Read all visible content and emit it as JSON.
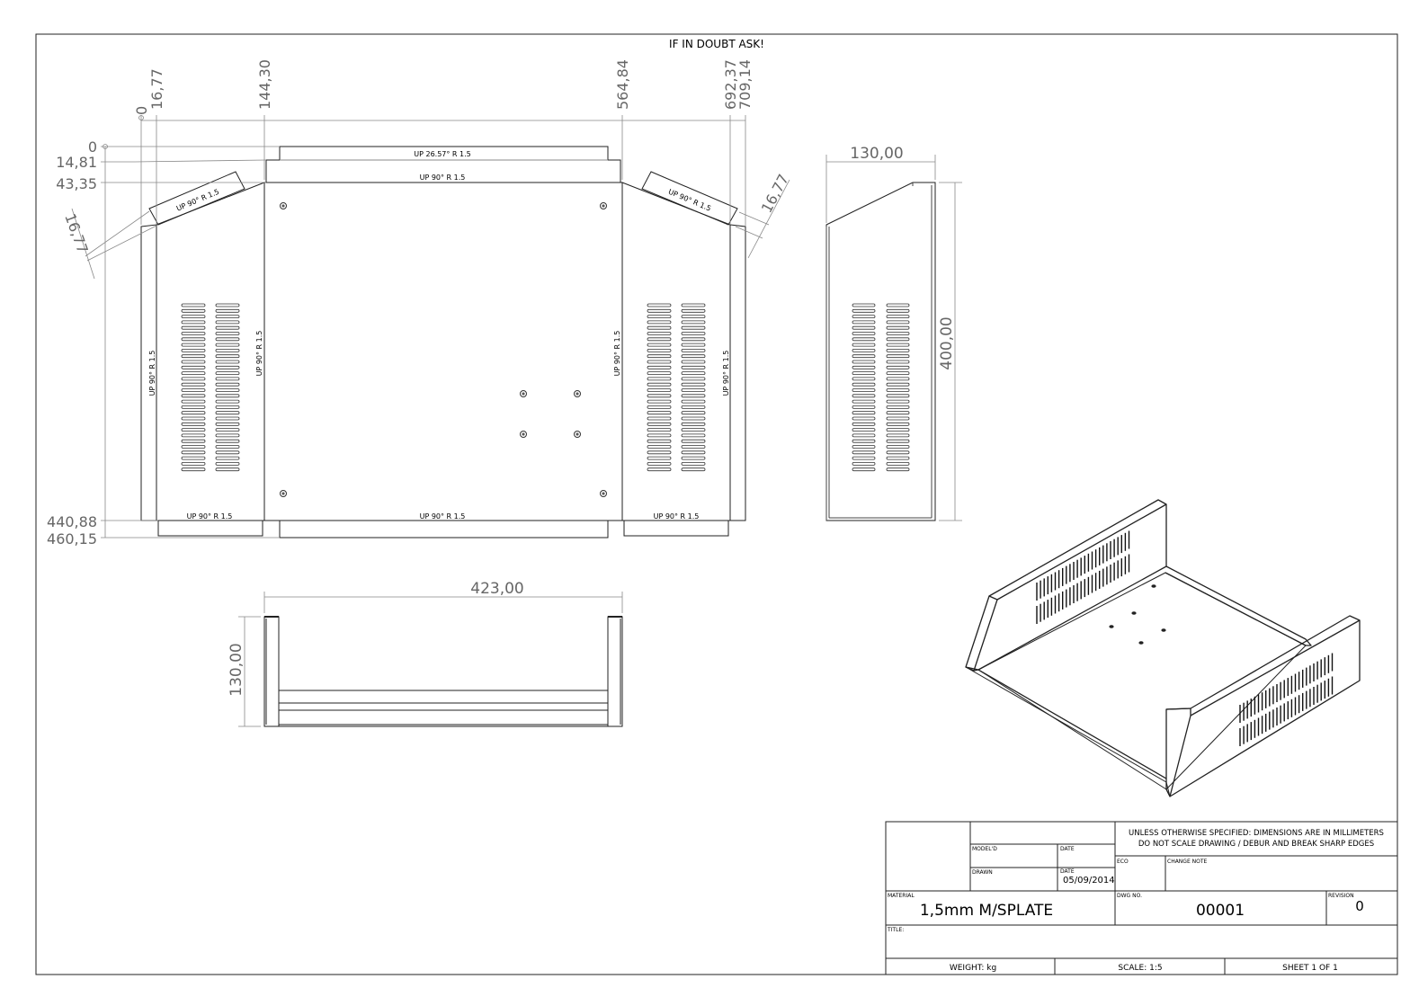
{
  "sheet": {
    "note": "IF IN DOUBT ASK!"
  },
  "flat_pattern": {
    "x_dims": [
      "0",
      "16,77",
      "144,30",
      "564,84",
      "692,37",
      "709,14"
    ],
    "y_dims": [
      "0",
      "14,81",
      "43,35",
      "440,88",
      "460,15"
    ],
    "angled_dims": [
      "16,77",
      "16,77"
    ],
    "bend_notes": {
      "top_flange": "UP  26.57°  R 1.5",
      "top_main": "UP  90°  R 1.5",
      "left_tab": "UP  90°  R 1.5",
      "right_tab": "UP  90°  R 1.5",
      "left_outer": "UP  90°  R 1.5",
      "left_inner": "UP  90°  R 1.5",
      "right_inner": "UP  90°  R 1.5",
      "right_outer": "UP  90°  R 1.5",
      "bottom_left": "UP  90°  R 1.5",
      "bottom_mid": "UP  90°  R 1.5",
      "bottom_right": "UP  90°  R 1.5"
    }
  },
  "side_view": {
    "width_dim": "130,00",
    "height_dim": "400,00"
  },
  "front_view": {
    "width_dim": "423,00",
    "height_dim": "130,00"
  },
  "title_block": {
    "spec_line1": "UNLESS OTHERWISE SPECIFIED: DIMENSIONS ARE IN MILLIMETERS",
    "spec_line2": "DO NOT SCALE DRAWING / DEBUR AND BREAK SHARP EDGES",
    "modeld_label": "MODEL'D",
    "date_label": "DATE",
    "drawn_label": "DRAWN",
    "drawn_date_label": "DATE",
    "drawn_date": "05/09/2014",
    "eco_label": "ECO",
    "change_note_label": "CHANGE NOTE",
    "material_label": "MATERIAL",
    "material": "1,5mm M/SPLATE",
    "dwg_no_label": "DWG NO.",
    "dwg_no": "00001",
    "revision_label": "REVISION",
    "revision": "0",
    "title_label": "TITLE:",
    "weight": "WEIGHT: kg",
    "scale": "SCALE: 1:5",
    "sheet": "SHEET 1 OF 1"
  }
}
